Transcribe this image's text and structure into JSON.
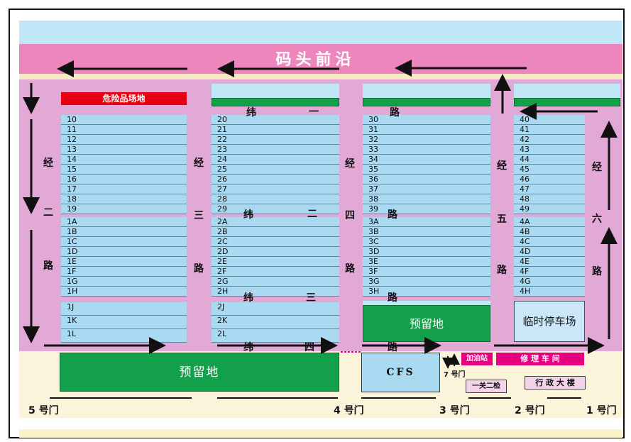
{
  "title": "码头前沿",
  "hazard_label": "危险品场地",
  "roads": {
    "jing2": [
      "经",
      "二",
      "路"
    ],
    "jing3": [
      "经",
      "三",
      "路"
    ],
    "jing4": [
      "经",
      "四",
      "路"
    ],
    "jing5": [
      "经",
      "五",
      "路"
    ],
    "jing6": [
      "经",
      "六",
      "路"
    ],
    "wei1": [
      "纬",
      "一",
      "路"
    ],
    "wei2": [
      "纬",
      "二",
      "路"
    ],
    "wei3": [
      "纬",
      "三",
      "路"
    ],
    "wei4": [
      "纬",
      "四",
      "路"
    ]
  },
  "blocks": {
    "b1_top": [
      "10",
      "11",
      "12",
      "13",
      "14",
      "15",
      "16",
      "17",
      "18",
      "19"
    ],
    "b2_top": [
      "20",
      "21",
      "22",
      "23",
      "24",
      "25",
      "26",
      "27",
      "28",
      "29"
    ],
    "b3_top": [
      "30",
      "31",
      "32",
      "33",
      "34",
      "35",
      "36",
      "37",
      "38",
      "39"
    ],
    "b4_top": [
      "40",
      "41",
      "42",
      "43",
      "44",
      "45",
      "46",
      "47",
      "48",
      "49"
    ],
    "b1_mid": [
      "1A",
      "1B",
      "1C",
      "1D",
      "1E",
      "1F",
      "1G",
      "1H"
    ],
    "b2_mid": [
      "2A",
      "2B",
      "2C",
      "2D",
      "2E",
      "2F",
      "2G",
      "2H"
    ],
    "b3_mid": [
      "3A",
      "3B",
      "3C",
      "3D",
      "3E",
      "3F",
      "3G",
      "3H"
    ],
    "b4_mid": [
      "4A",
      "4B",
      "4C",
      "4D",
      "4E",
      "4F",
      "4G",
      "4H"
    ],
    "b1_bot": [
      "1J",
      "1K",
      "1L"
    ],
    "b2_bot": [
      "2J",
      "2K",
      "2L"
    ]
  },
  "reserve_label": "预留地",
  "reserve_big_label": "预留地",
  "temp_parking_label": "临时停车场",
  "cfs_label": "CFS",
  "gas_station_label": "加油站",
  "repair_label": "修 理 车 间",
  "customs_label": "一关二检",
  "admin_label": "行 政 大 楼",
  "gates": {
    "g1": "1 号门",
    "g2": "2 号门",
    "g3": "3 号门",
    "g4": "4 号门",
    "g5": "5 号门",
    "g7": "7 号门"
  },
  "colors": {
    "wharf_band": "#ee86be",
    "road": "#e3a9d6",
    "yard": "#a9daf2",
    "reserve": "#12a04a",
    "hazard": "#e60012",
    "facility": "#e5007f"
  }
}
